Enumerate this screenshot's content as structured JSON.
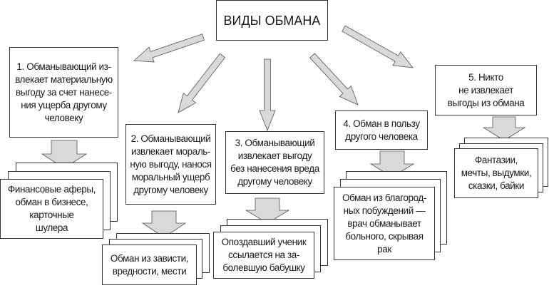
{
  "title": "ВИДЫ ОБМАНА",
  "colors": {
    "arrow_fill": "#d9d9d9",
    "arrow_stroke": "#555555",
    "border": "#333333"
  },
  "types": [
    {
      "label": "1. Обманывающий из-\nвлекает материальную\nвыгоду за счет нанесе-\nния ущерба другому\nчеловеку",
      "example": "Финансовые аферы,\nобман в бизнесе,\nкарточные\nшулера"
    },
    {
      "label": "2. Обманывающий\nизвлекает мораль-\nную выгоду, нанося\nморальный ущерб\nдругому человеку",
      "example": "Обман из зависти,\nвредности, мести"
    },
    {
      "label": "3. Обманывающий\nизвлекает выгоду\nбез нанесения вреда\nдругому человеку",
      "example": "Опоздавший ученик\nссылается на за-\nболевшую бабушку"
    },
    {
      "label": "4. Обман в пользу\nдругого человека",
      "example": "Обман из благород-\nных побуждений —\nврач обманывает\nбольного, скрывая\nрак"
    },
    {
      "label": "5. Никто\nне извлекает\nвыгоды из обмана",
      "example": "Фантазии,\nмечты, выдумки,\nсказки, байки"
    }
  ]
}
